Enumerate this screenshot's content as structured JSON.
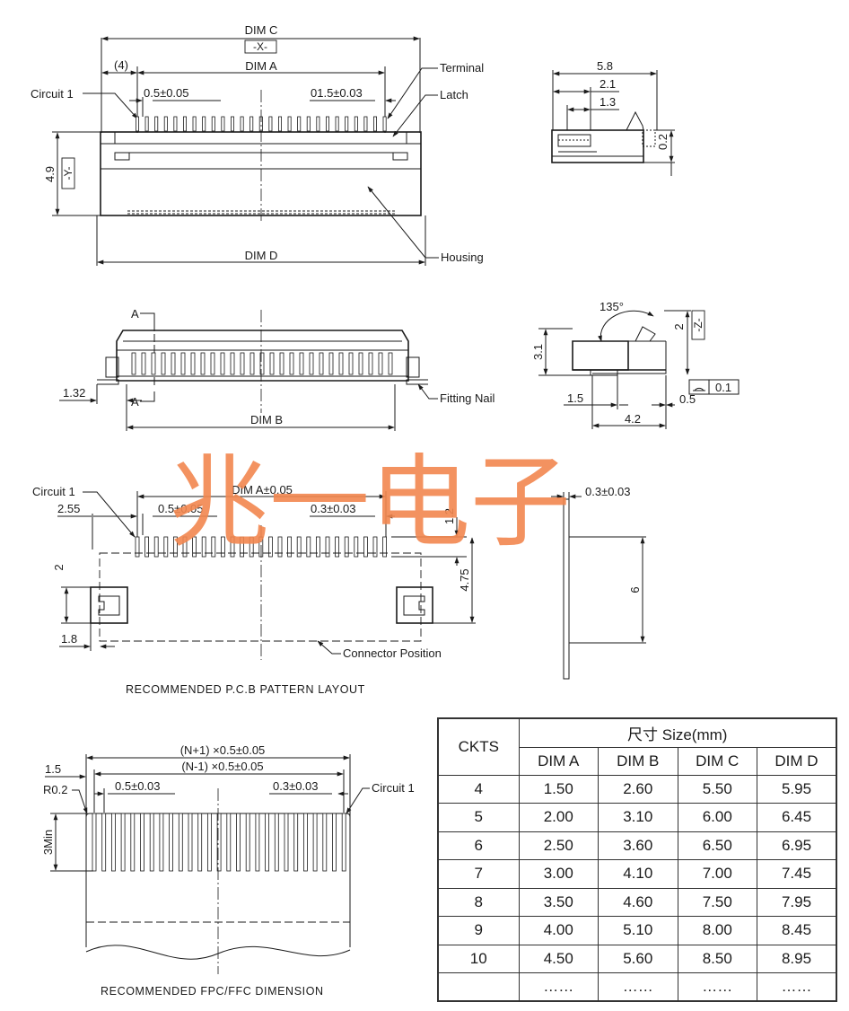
{
  "watermark": "兆一电子",
  "top_view": {
    "dim_c": "DIM C",
    "datum_x": "-X-",
    "pitch_4": "(4)",
    "dim_a": "DIM A",
    "circuit1": "Circuit 1",
    "pitch_left": "0.5±0.05",
    "pitch_right": "01.5±0.03",
    "terminal": "Terminal",
    "latch": "Latch",
    "height": "4.9",
    "datum_y": "-Y-",
    "dim_d": "DIM D",
    "housing": "Housing"
  },
  "side_view_top": {
    "w58": "5.8",
    "w21": "2.1",
    "w13": "1.3",
    "h02": "0.2"
  },
  "front_view": {
    "section_a": "A",
    "w132": "1.32",
    "dim_b": "DIM B",
    "fitting_nail": "Fitting Nail"
  },
  "side_view_mid": {
    "angle": "135°",
    "h31": "3.1",
    "h2": "2",
    "datum_z": "-Z-",
    "w15": "1.5",
    "w05": "0.5",
    "w42": "4.2",
    "flatness": "0.1"
  },
  "pcb_layout": {
    "circuit1": "Circuit 1",
    "dim_a_tol": "DIM A±0.05",
    "w255": "2.55",
    "pitch": "0.5±0.05",
    "pad": "0.3±0.03",
    "h12": "1.2",
    "h2": "2",
    "h475": "4.75",
    "w18": "1.8",
    "connector_position": "Connector Position",
    "caption": "RECOMMENDED P.C.B PATTERN LAYOUT"
  },
  "pad_detail": {
    "w03": "0.3±0.03",
    "h6": "6"
  },
  "fpc": {
    "n_plus": "(N+1) ×0.5±0.05",
    "n_minus": "(N-1) ×0.5±0.05",
    "w15": "1.5",
    "r02": "R0.2",
    "pitch": "0.5±0.03",
    "width": "0.3±0.03",
    "circuit1": "Circuit 1",
    "h3min": "3Min",
    "caption": "RECOMMENDED FPC/FFC DIMENSION"
  },
  "table": {
    "ckts_header": "CKTS",
    "size_header": "尺寸 Size(mm)",
    "columns": [
      "DIM A",
      "DIM B",
      "DIM C",
      "DIM D"
    ],
    "rows": [
      [
        "4",
        "1.50",
        "2.60",
        "5.50",
        "5.95"
      ],
      [
        "5",
        "2.00",
        "3.10",
        "6.00",
        "6.45"
      ],
      [
        "6",
        "2.50",
        "3.60",
        "6.50",
        "6.95"
      ],
      [
        "7",
        "3.00",
        "4.10",
        "7.00",
        "7.45"
      ],
      [
        "8",
        "3.50",
        "4.60",
        "7.50",
        "7.95"
      ],
      [
        "9",
        "4.00",
        "5.10",
        "8.00",
        "8.45"
      ],
      [
        "10",
        "4.50",
        "5.60",
        "8.50",
        "8.95"
      ],
      [
        "",
        "……",
        "……",
        "……",
        "……"
      ]
    ]
  }
}
